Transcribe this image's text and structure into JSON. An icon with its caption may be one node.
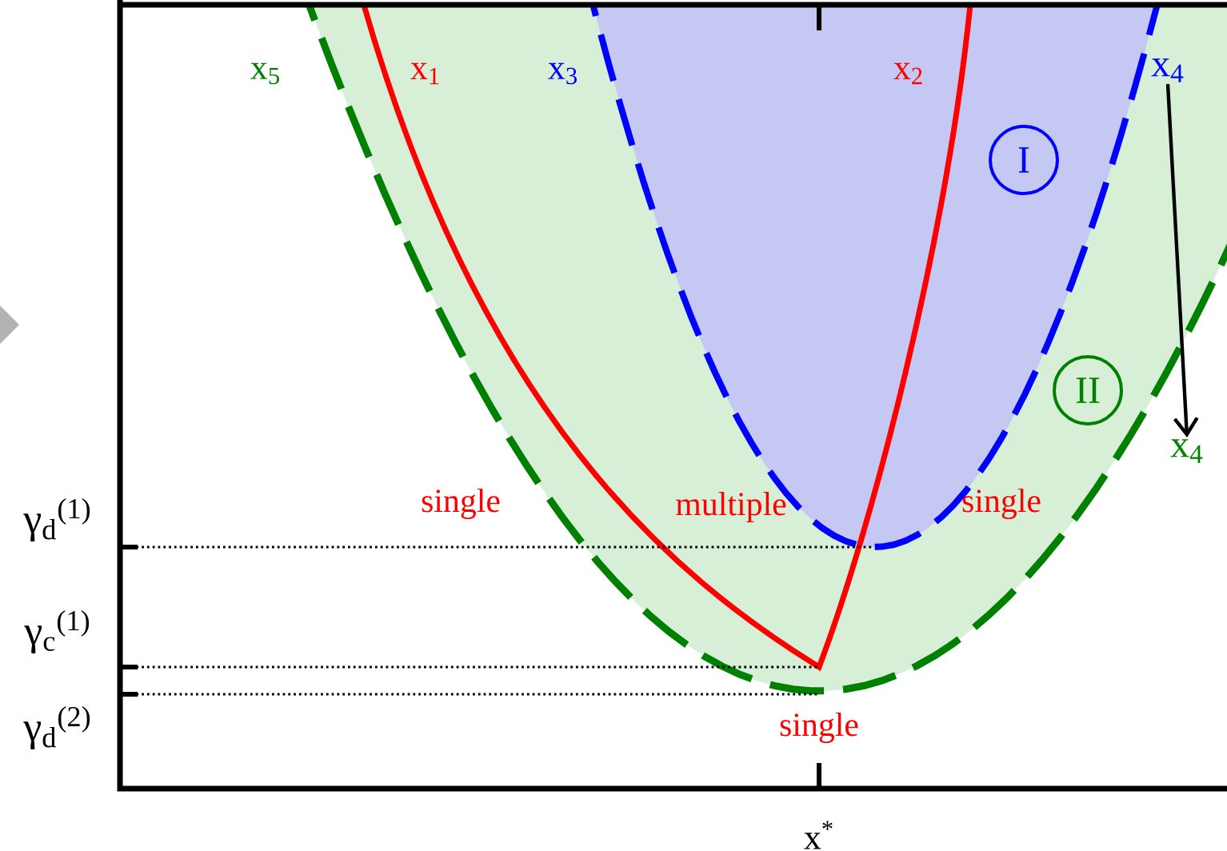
{
  "diagram": {
    "nodes": [
      {
        "text": [
          "x$_{4}$"
        ]
      },
      {
        "text": [
          "I"
        ]
      },
      {
        "text": [
          "II"
        ]
      },
      {
        "text": [
          "x$_{4}$"
        ]
      }
    ],
    "edges": [
      {
        "from": 0,
        "to": 3,
        "arrow": "to"
      }
    ],
    "labels": [
      "x$_{5}$",
      "x$_{1}$",
      "x$_{3}$",
      "x$_{2}$",
      "single",
      "multiple",
      "single",
      "γ$_{d}$$^{(1)}$",
      "γ$_{c}$$^{(1)}$",
      "single",
      "γ$_{d}$$^{(2)}$",
      "x$^{*}$"
    ]
  }
}
